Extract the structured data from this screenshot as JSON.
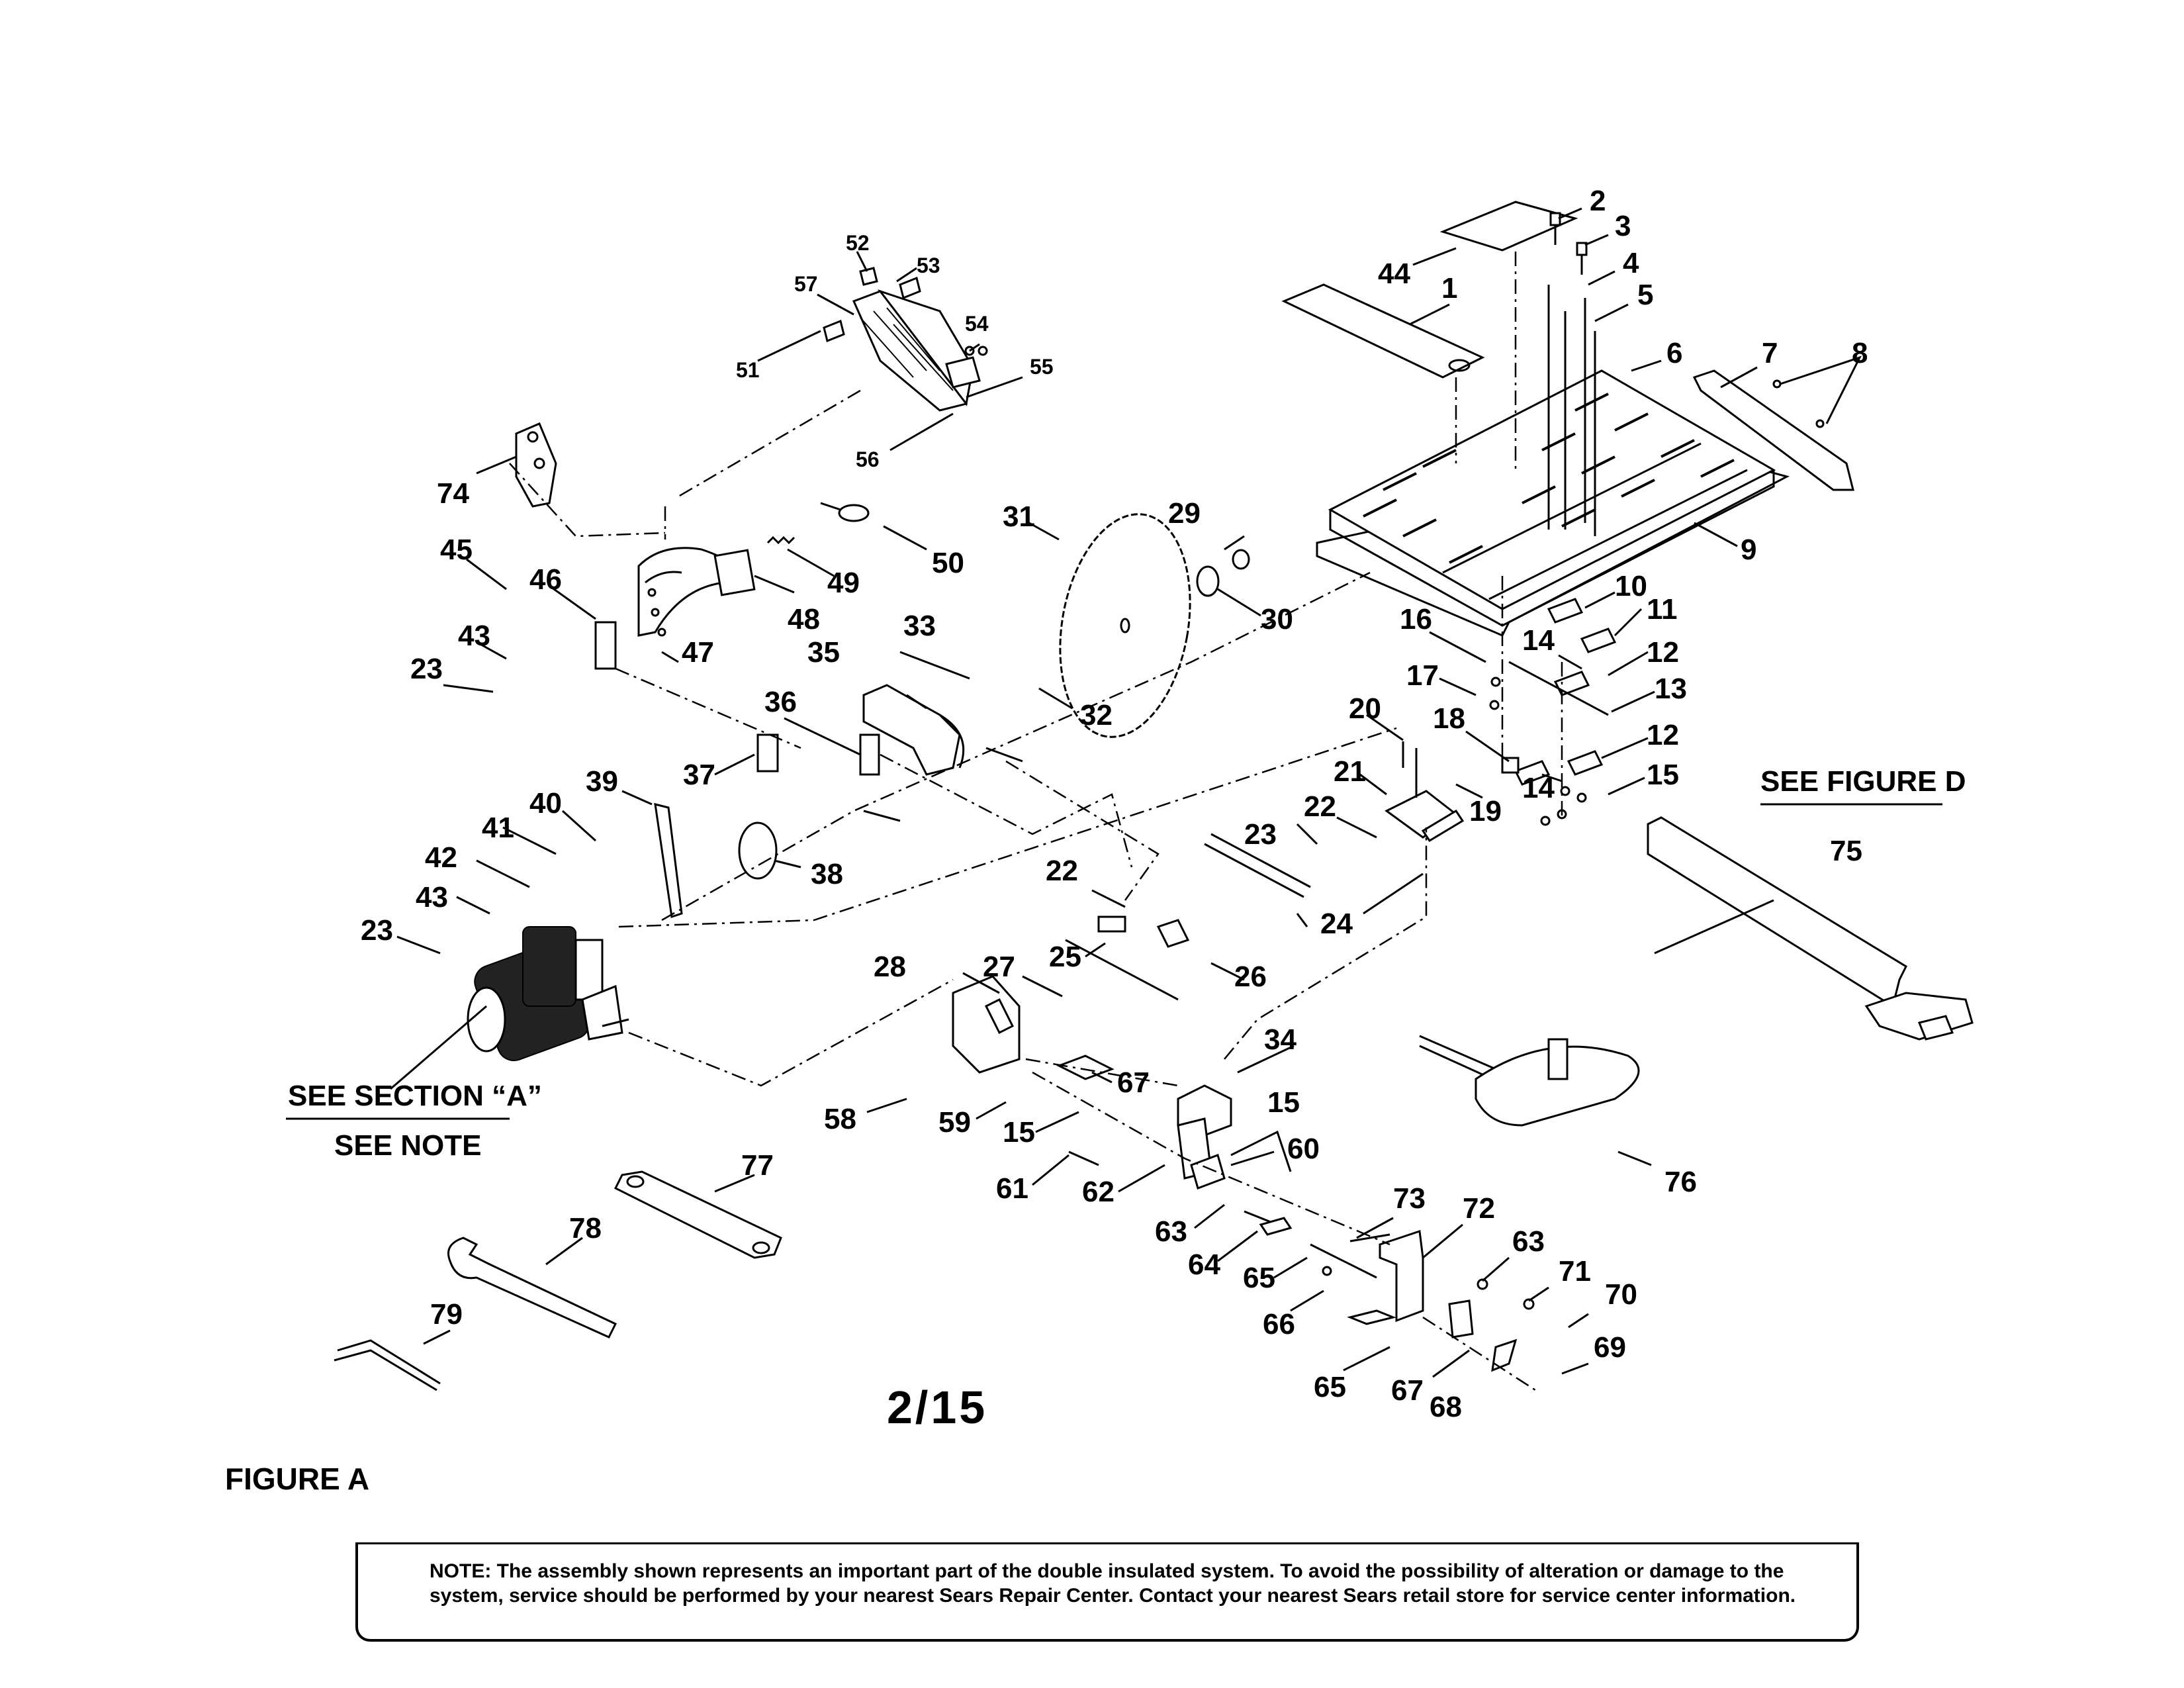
{
  "diagram": {
    "page_label": "2/15",
    "figure_title": "FIGURE A",
    "note": "NOTE: The assembly shown represents an important part of the double insulated system. To avoid the possibility of alteration or damage to the system, service should be performed by your nearest Sears Repair Center. Contact your nearest Sears retail store for service center information.",
    "references": {
      "see_figure_d": "SEE FIGURE D",
      "see_section_a": "SEE SECTION “A”",
      "see_note": "SEE NOTE"
    },
    "callouts": [
      "1",
      "2",
      "3",
      "4",
      "5",
      "6",
      "7",
      "8",
      "9",
      "10",
      "11",
      "12",
      "13",
      "14",
      "15",
      "16",
      "17",
      "18",
      "19",
      "20",
      "21",
      "22",
      "23",
      "24",
      "25",
      "26",
      "27",
      "28",
      "29",
      "30",
      "31",
      "32",
      "33",
      "34",
      "35",
      "36",
      "37",
      "38",
      "39",
      "40",
      "41",
      "42",
      "43",
      "44",
      "45",
      "46",
      "47",
      "48",
      "49",
      "50",
      "51",
      "52",
      "53",
      "54",
      "55",
      "56",
      "57",
      "58",
      "59",
      "60",
      "61",
      "62",
      "63",
      "64",
      "65",
      "66",
      "67",
      "68",
      "69",
      "70",
      "71",
      "72",
      "73",
      "74",
      "75",
      "76",
      "77",
      "78",
      "79"
    ]
  }
}
